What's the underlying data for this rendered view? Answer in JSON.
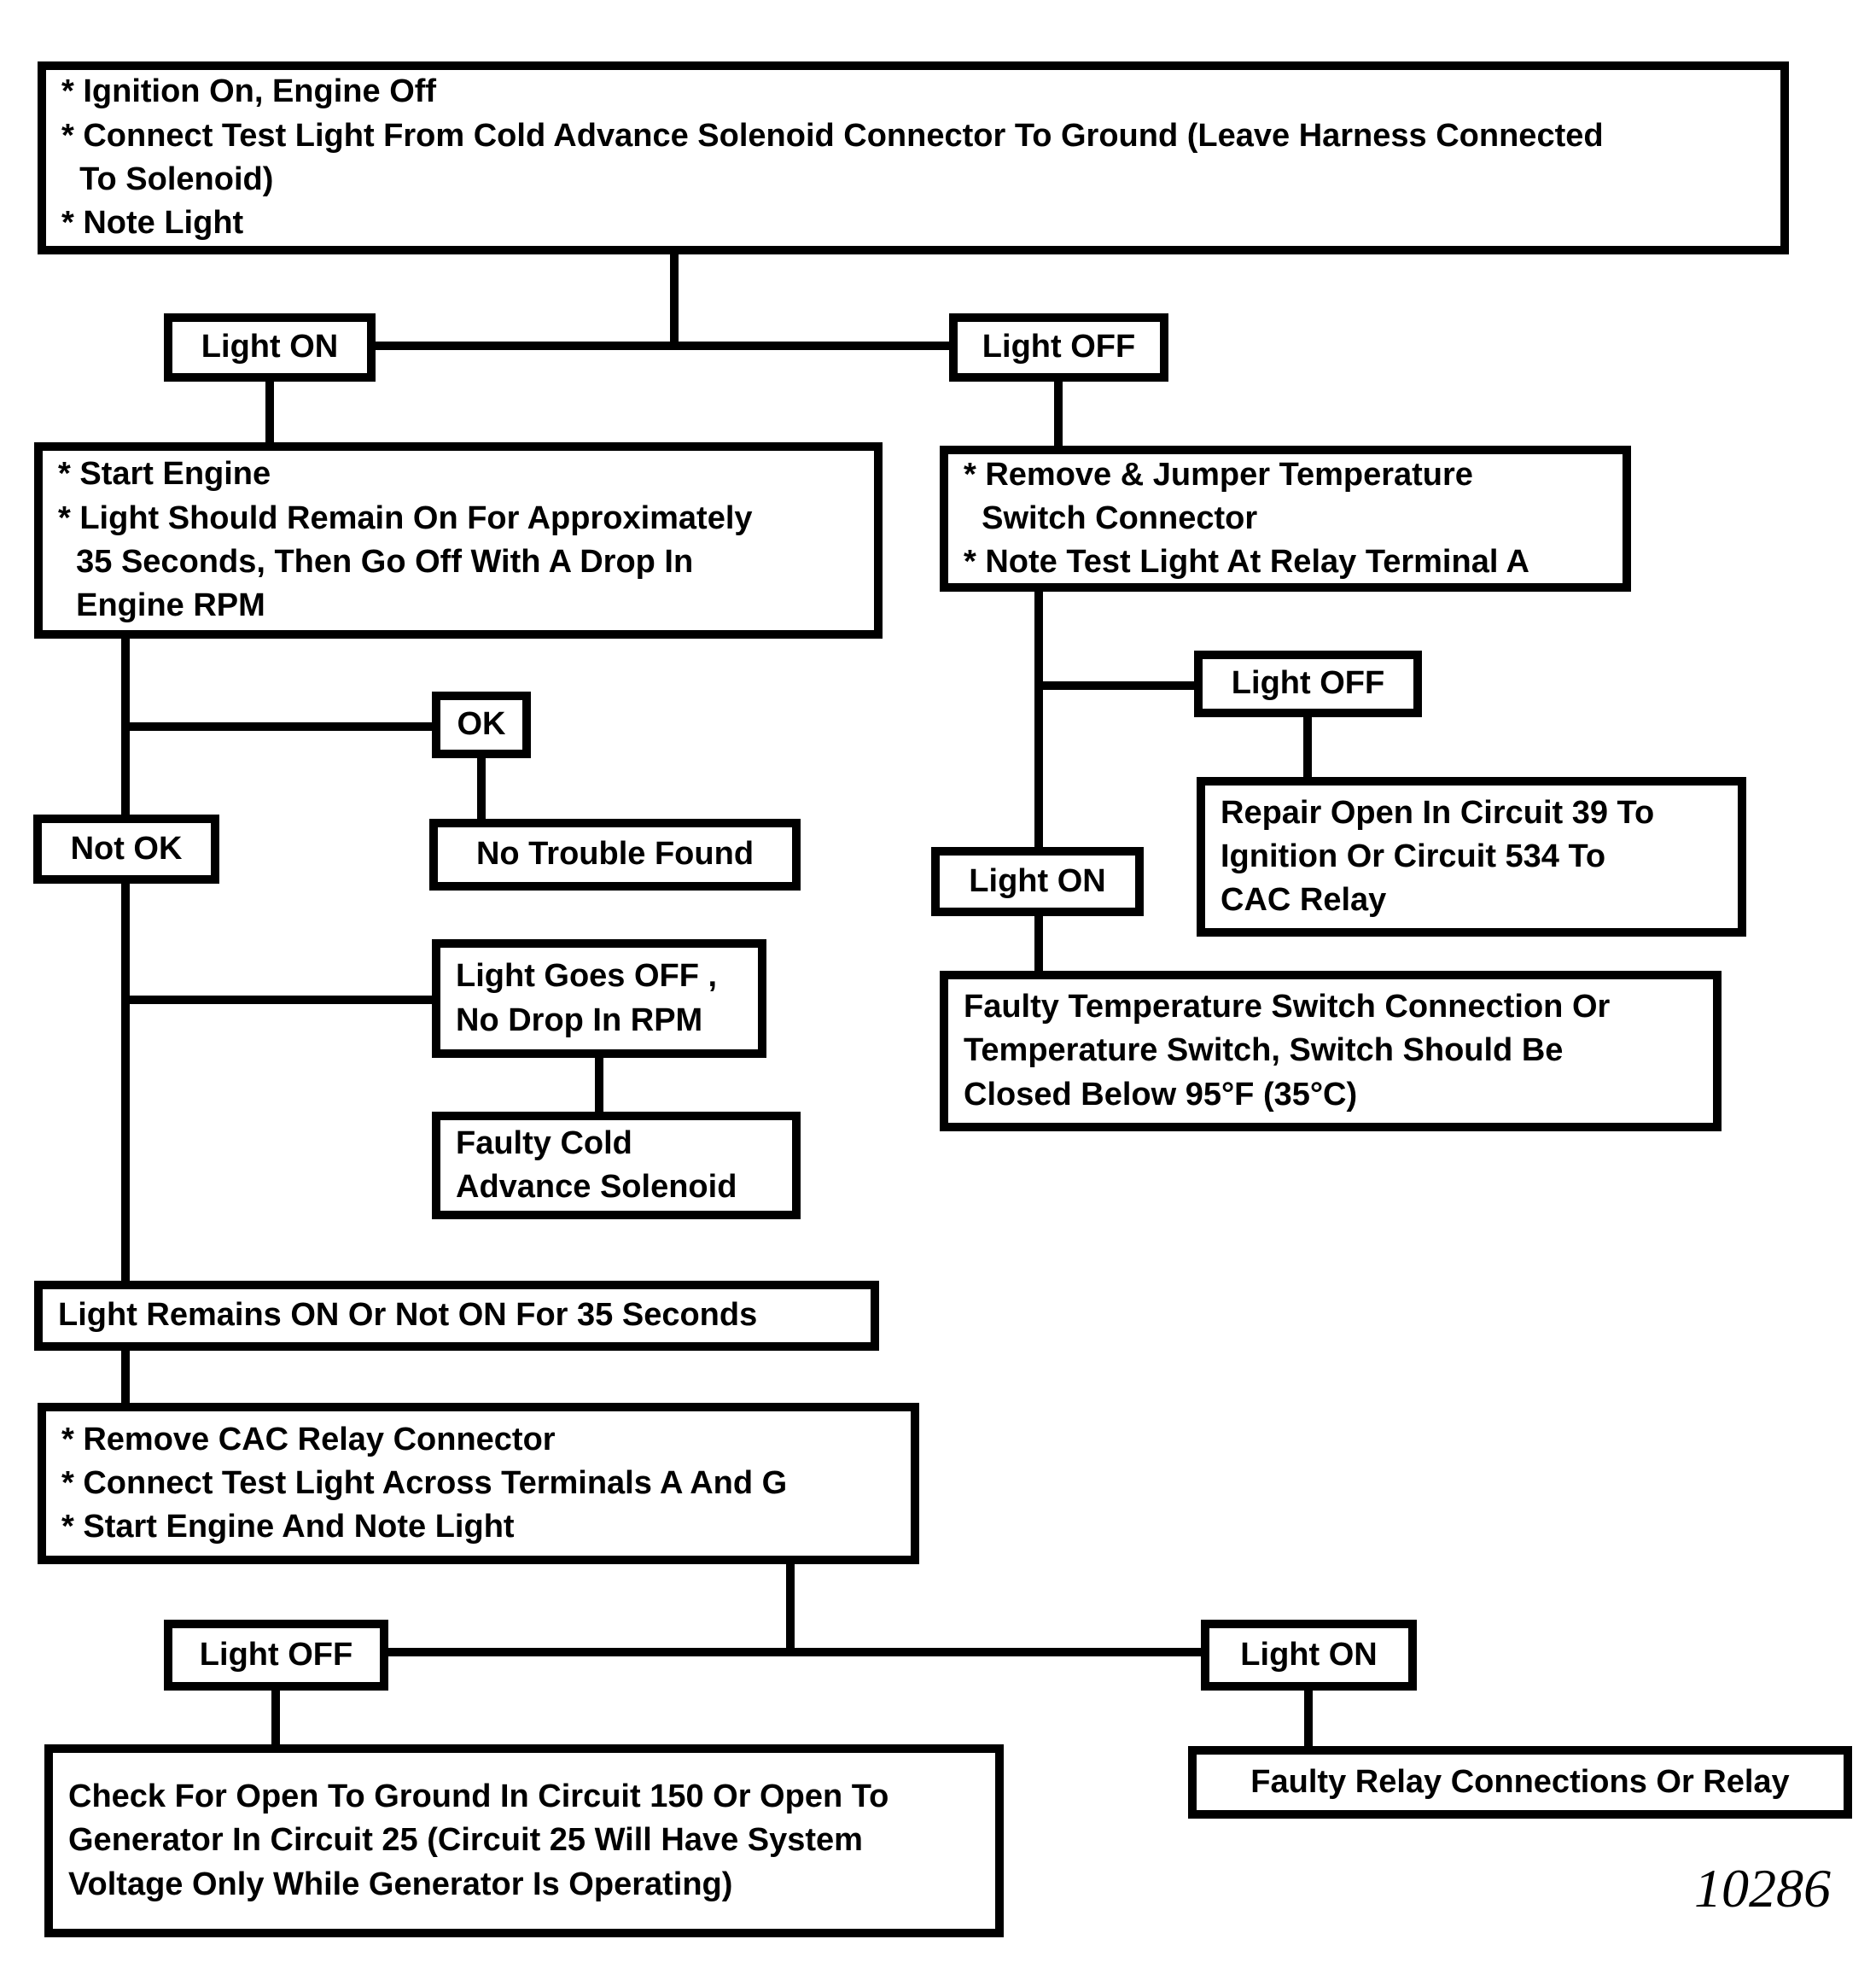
{
  "figure_number": "10286",
  "colors": {
    "line": "#000000",
    "background": "#ffffff"
  },
  "nodes": {
    "start": "* Ignition On, Engine Off\n* Connect Test Light From Cold Advance Solenoid Connector To Ground (Leave Harness Connected\n  To Solenoid)\n* Note Light",
    "light_on_top": "Light ON",
    "light_off_top": "Light OFF",
    "start_engine": "* Start Engine\n* Light Should Remain On For Approximately\n  35 Seconds, Then Go Off With A Drop In\n  Engine RPM",
    "remove_jumper": "* Remove & Jumper Temperature\n  Switch Connector\n* Note Test Light At Relay Terminal A",
    "ok": "OK",
    "not_ok": "Not OK",
    "no_trouble_found": "No Trouble Found",
    "light_goes_off": "Light Goes OFF ,\nNo Drop In RPM",
    "faulty_cold_advance": "Faulty Cold\nAdvance Solenoid",
    "light_off_mid": "Light OFF",
    "repair_open": "Repair Open In Circuit 39 To\nIgnition Or Circuit 534 To\nCAC Relay",
    "light_on_mid": "Light ON",
    "faulty_temp_switch": "Faulty Temperature Switch Connection Or\nTemperature Switch, Switch Should Be\nClosed Below 95°F (35°C)",
    "light_remains": "Light Remains ON Or Not ON For 35 Seconds",
    "remove_cac": "* Remove CAC Relay Connector\n* Connect Test Light Across Terminals A And G\n* Start Engine And Note Light",
    "light_off_bottom": "Light OFF",
    "light_on_bottom": "Light ON",
    "check_open": "Check For Open To Ground In Circuit 150 Or Open To\nGenerator In Circuit 25 (Circuit 25 Will Have System\nVoltage Only While Generator Is Operating)",
    "faulty_relay": "Faulty Relay Connections Or Relay"
  }
}
